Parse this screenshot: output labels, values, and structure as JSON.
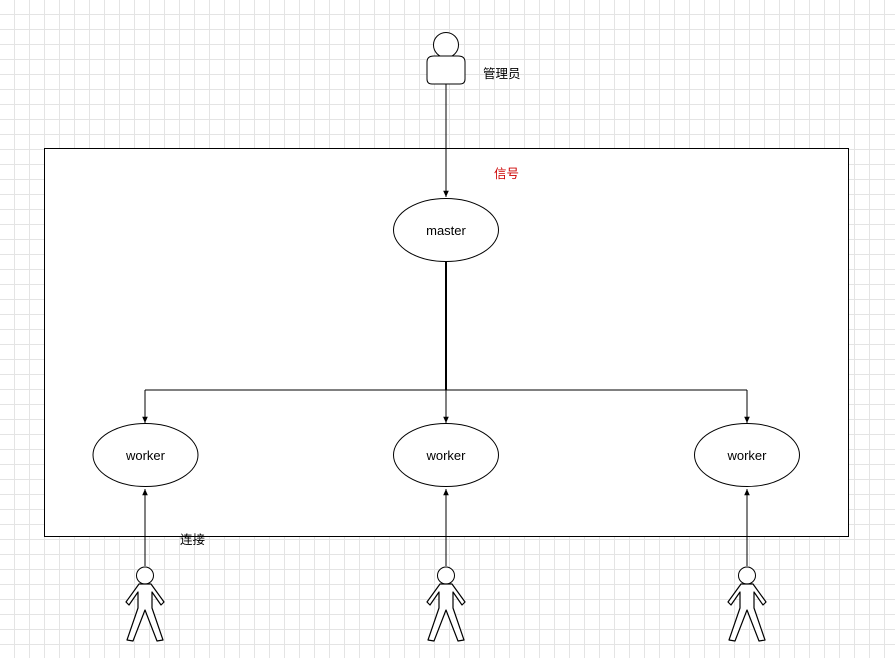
{
  "labels": {
    "admin": "管理员",
    "signal": "信号",
    "connect": "连接",
    "master": "master",
    "workers": [
      "worker",
      "worker",
      "worker"
    ]
  },
  "colors": {
    "line": "#000000",
    "signal_text": "#cc0000"
  },
  "icons": {
    "admin": "user-icon",
    "clients": [
      "stick-figure-icon",
      "stick-figure-icon",
      "stick-figure-icon"
    ]
  }
}
